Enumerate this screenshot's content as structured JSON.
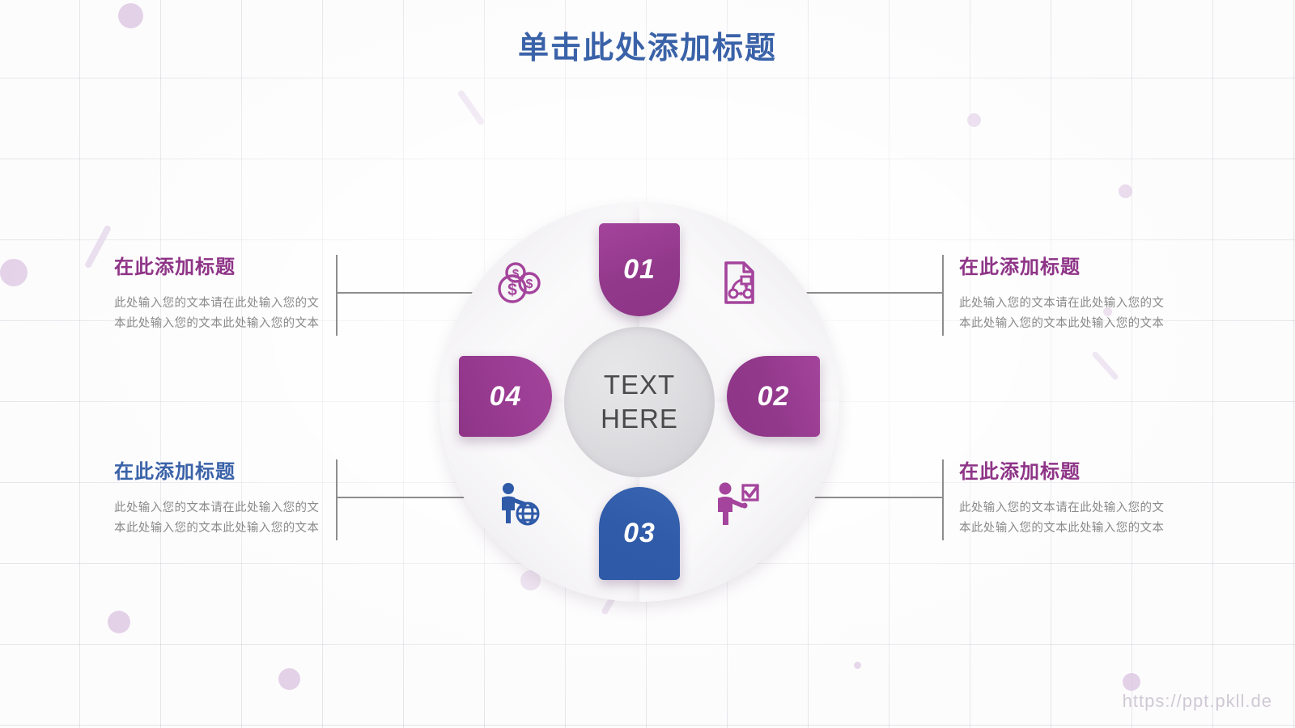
{
  "page": {
    "title": "单击此处添加标题",
    "watermark": "https://ppt.pkll.de",
    "title_color": "#3a62a8",
    "accent_purple": "#8e3487",
    "accent_blue": "#2e5aa8"
  },
  "center": {
    "line1": "TEXT",
    "line2": "HERE"
  },
  "badges": [
    {
      "number": "01",
      "color": "#93398c",
      "position": "top"
    },
    {
      "number": "02",
      "color": "#93398c",
      "position": "right"
    },
    {
      "number": "03",
      "color": "#2e5aa8",
      "position": "bottom"
    },
    {
      "number": "04",
      "color": "#93398c",
      "position": "left"
    }
  ],
  "icons": [
    {
      "name": "money-coins-icon",
      "color": "#a4449c",
      "position": "top-left"
    },
    {
      "name": "document-flowchart-icon",
      "color": "#a4449c",
      "position": "top-right"
    },
    {
      "name": "person-globe-icon",
      "color": "#2e5aa8",
      "position": "bottom-left"
    },
    {
      "name": "person-checkbox-icon",
      "color": "#a4449c",
      "position": "bottom-right"
    }
  ],
  "blocks": {
    "top_left": {
      "title": "在此添加标题",
      "title_color": "#8e3487",
      "body": "此处输入您的文本请在此处输入您的文本此处输入您的文本此处输入您的文本"
    },
    "bottom_left": {
      "title": "在此添加标题",
      "title_color": "#3a62a8",
      "body": "此处输入您的文本请在此处输入您的文本此处输入您的文本此处输入您的文本"
    },
    "top_right": {
      "title": "在此添加标题",
      "title_color": "#8e3487",
      "body": "此处输入您的文本请在此处输入您的文本此处输入您的文本此处输入您的文本"
    },
    "bottom_right": {
      "title": "在此添加标题",
      "title_color": "#8e3487",
      "body": "此处输入您的文本请在此处输入您的文本此处输入您的文本此处输入您的文本"
    }
  }
}
